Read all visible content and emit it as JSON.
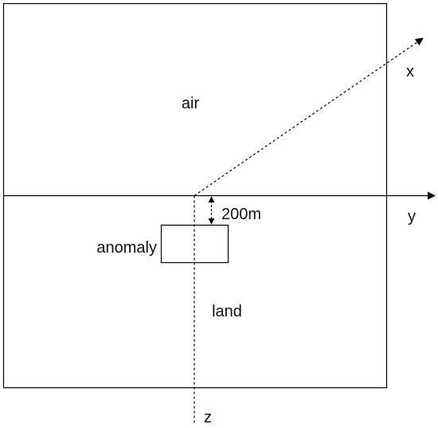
{
  "diagram": {
    "labels": {
      "air": "air",
      "land": "land",
      "anomaly": "anomaly",
      "depth": "200m",
      "axis_x": "x",
      "axis_y": "y",
      "axis_z": "z"
    },
    "colors": {
      "stroke": "#000000",
      "background": "#ffffff"
    }
  }
}
